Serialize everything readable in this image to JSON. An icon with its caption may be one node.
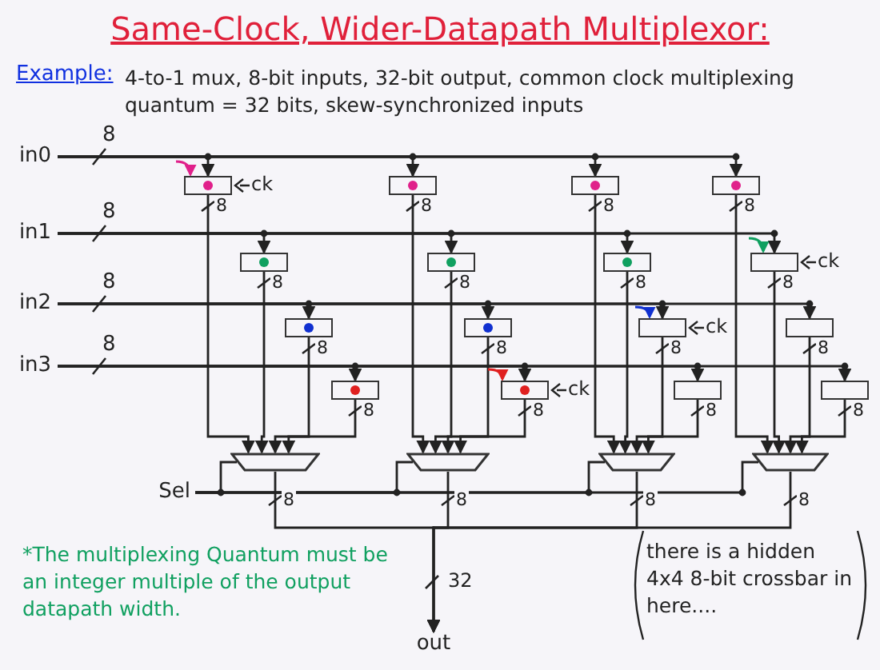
{
  "diagram": {
    "title": "Same-Clock, Wider-Datapath Multiplexor:",
    "nodes": [
      {
        "text": [
          "in0"
        ]
      },
      {
        "text": [],
        "shape": "box"
      },
      {
        "text": [],
        "shape": "box"
      },
      {
        "text": [],
        "shape": "box"
      },
      {
        "text": [],
        "shape": "box"
      },
      {
        "text": [
          "in1"
        ]
      },
      {
        "text": [],
        "shape": "box"
      },
      {
        "text": [],
        "shape": "box"
      },
      {
        "text": [],
        "shape": "box"
      },
      {
        "text": [],
        "shape": "box"
      },
      {
        "text": [
          "in2"
        ]
      },
      {
        "text": [],
        "shape": "box"
      },
      {
        "text": [],
        "shape": "box"
      },
      {
        "text": [],
        "shape": "box"
      },
      {
        "text": [],
        "shape": "box"
      },
      {
        "text": [
          "in3"
        ]
      },
      {
        "text": [],
        "shape": "box"
      },
      {
        "text": [],
        "shape": "box"
      },
      {
        "text": [],
        "shape": "box"
      },
      {
        "text": [],
        "shape": "box"
      },
      {
        "text": [],
        "shape": "trapezoid"
      },
      {
        "text": [],
        "shape": "trapezoid"
      },
      {
        "text": [],
        "shape": "trapezoid"
      },
      {
        "text": [],
        "shape": "trapezoid"
      },
      {
        "text": [
          "Sel"
        ]
      },
      {
        "text": [
          "out"
        ]
      }
    ],
    "edges": [
      {
        "from": 0,
        "to": 1,
        "arrow": "to"
      },
      {
        "from": 0,
        "to": 2,
        "arrow": "to"
      },
      {
        "from": 0,
        "to": 3,
        "arrow": "to"
      },
      {
        "from": 0,
        "to": 4,
        "arrow": "to"
      },
      {
        "from": 5,
        "to": 6,
        "arrow": "to"
      },
      {
        "from": 5,
        "to": 7,
        "arrow": "to"
      },
      {
        "from": 5,
        "to": 8,
        "arrow": "to"
      },
      {
        "from": 5,
        "to": 9,
        "arrow": "to"
      },
      {
        "from": 10,
        "to": 11,
        "arrow": "to"
      },
      {
        "from": 10,
        "to": 12,
        "arrow": "to"
      },
      {
        "from": 10,
        "to": 13,
        "arrow": "to"
      },
      {
        "from": 10,
        "to": 14,
        "arrow": "to"
      },
      {
        "from": 15,
        "to": 16,
        "arrow": "to"
      },
      {
        "from": 15,
        "to": 17,
        "arrow": "to"
      },
      {
        "from": 15,
        "to": 18,
        "arrow": "to"
      },
      {
        "from": 15,
        "to": 19,
        "arrow": "to"
      },
      {
        "from": 1,
        "to": 20,
        "arrow": "to",
        "label": "8"
      },
      {
        "from": 6,
        "to": 20,
        "arrow": "to",
        "label": "8"
      },
      {
        "from": 11,
        "to": 20,
        "arrow": "to",
        "label": "8"
      },
      {
        "from": 16,
        "to": 20,
        "arrow": "to",
        "label": "8"
      },
      {
        "from": 2,
        "to": 21,
        "arrow": "to",
        "label": "8"
      },
      {
        "from": 7,
        "to": 21,
        "arrow": "to",
        "label": "8"
      },
      {
        "from": 12,
        "to": 21,
        "arrow": "to",
        "label": "8"
      },
      {
        "from": 17,
        "to": 21,
        "arrow": "to",
        "label": "8"
      },
      {
        "from": 3,
        "to": 22,
        "arrow": "to",
        "label": "8"
      },
      {
        "from": 8,
        "to": 22,
        "arrow": "to",
        "label": "8"
      },
      {
        "from": 13,
        "to": 22,
        "arrow": "to",
        "label": "8"
      },
      {
        "from": 18,
        "to": 22,
        "arrow": "to",
        "label": "8"
      },
      {
        "from": 4,
        "to": 23,
        "arrow": "to",
        "label": "8"
      },
      {
        "from": 9,
        "to": 23,
        "arrow": "to",
        "label": "8"
      },
      {
        "from": 14,
        "to": 23,
        "arrow": "to",
        "label": "8"
      },
      {
        "from": 19,
        "to": 23,
        "arrow": "to",
        "label": "8"
      },
      {
        "from": 20,
        "to": 25,
        "arrow": "to",
        "label": "8"
      },
      {
        "from": 21,
        "to": 25,
        "arrow": "to",
        "label": "8"
      },
      {
        "from": 22,
        "to": 25,
        "arrow": "to",
        "label": "8"
      },
      {
        "from": 23,
        "to": 25,
        "arrow": "to",
        "label": "8"
      },
      {
        "from": 24,
        "to": 20,
        "arrow": "none"
      },
      {
        "from": 24,
        "to": 21,
        "arrow": "none"
      },
      {
        "from": 24,
        "to": 22,
        "arrow": "none"
      },
      {
        "from": 24,
        "to": 23,
        "arrow": "none"
      }
    ],
    "labels": [
      "Example:",
      "4-to-1 mux, 8-bit inputs, 32-bit output, common clock multiplexing quantum = 32 bits, skew-synchronized inputs",
      "8",
      "ck",
      "8",
      "ck",
      "8",
      "ck",
      "8",
      "ck",
      "32",
      "*The multiplexing Quantum must be an integer multiple of the output datapath width.",
      "there is a hidden 4x4 8-bit crossbar in here...."
    ]
  }
}
